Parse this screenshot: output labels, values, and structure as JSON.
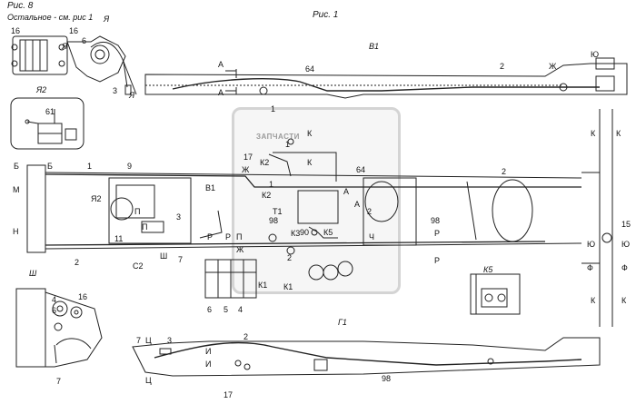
{
  "figures": {
    "fig8": {
      "caption": "Рис. 8",
      "note": "Остальное - см. рис 1",
      "views": [
        "Я",
        "Я2",
        "Ш"
      ],
      "callouts_ya": [
        "16",
        "16",
        "6",
        "3",
        "Я",
        "Я"
      ],
      "callouts_ya2": [
        "61"
      ],
      "callouts_sh": [
        "16",
        "4",
        "6",
        "7"
      ]
    },
    "fig1": {
      "caption": "Рис. 1",
      "views": [
        "В1",
        "Г1",
        "К5"
      ],
      "callouts_top": [
        "А",
        "А",
        "64",
        "1",
        "2",
        "Ж",
        "Ю"
      ],
      "callouts_mid": [
        "Б",
        "Б",
        "М",
        "Н",
        "1",
        "9",
        "Я2",
        "П",
        "П",
        "3",
        "11",
        "С2",
        "2",
        "Ш",
        "7",
        "В1",
        "17",
        "Ж",
        "К2",
        "К2",
        "К",
        "К",
        "1",
        "Т1",
        "98",
        "К3",
        "90",
        "К5",
        "Ч",
        "64",
        "А",
        "А",
        "2",
        "2",
        "98",
        "Р",
        "Р",
        "Р",
        "Р",
        "Ж",
        "П",
        "2",
        "К1",
        "К1",
        "6",
        "5",
        "4",
        "К",
        "К",
        "15",
        "Ю",
        "Ю",
        "Ф",
        "Ф",
        "К",
        "К",
        "1"
      ],
      "callouts_g1": [
        "7",
        "Ц",
        "3",
        "И",
        "И",
        "Ц",
        "2",
        "98",
        "17"
      ]
    }
  },
  "watermark": "ЗАПЧАСТИ"
}
